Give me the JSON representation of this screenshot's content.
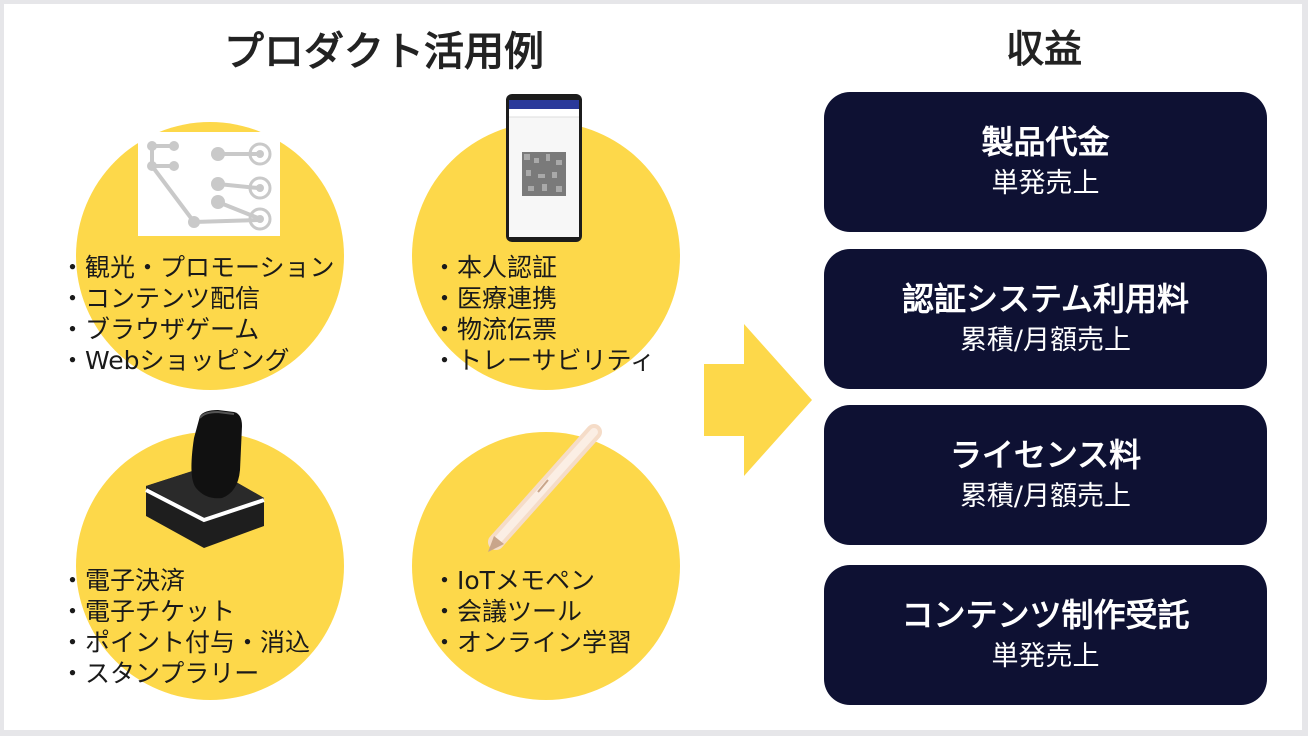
{
  "titles": {
    "use_cases": "プロダクト活用例",
    "revenue": "収益"
  },
  "use_cases": [
    {
      "icon": "link-graph-icon",
      "items": [
        "観光・プロモーション",
        "コンテンツ配信",
        "ブラウザゲーム",
        "Webショッピング"
      ]
    },
    {
      "icon": "smartphone-icon",
      "items": [
        "本人認証",
        "医療連携",
        "物流伝票",
        "トレーサビリティ"
      ]
    },
    {
      "icon": "stamp-device-icon",
      "items": [
        "電子決済",
        "電子チケット",
        "ポイント付与・消込",
        "スタンプラリー"
      ]
    },
    {
      "icon": "iot-pen-icon",
      "items": [
        "IoTメモペン",
        "会議ツール",
        "オンライン学習"
      ]
    }
  ],
  "revenue": [
    {
      "title": "製品代金",
      "type": "単発売上"
    },
    {
      "title": "認証システム利用料",
      "type": "累積/月額売上"
    },
    {
      "title": "ライセンス料",
      "type": "累積/月額売上"
    },
    {
      "title": "コンテンツ制作受託",
      "type": "単発売上"
    }
  ],
  "colors": {
    "circle_fill": "#fdd84a",
    "arrow_fill": "#fdd84a",
    "card_fill": "#0e1133",
    "card_text": "#ffffff"
  }
}
